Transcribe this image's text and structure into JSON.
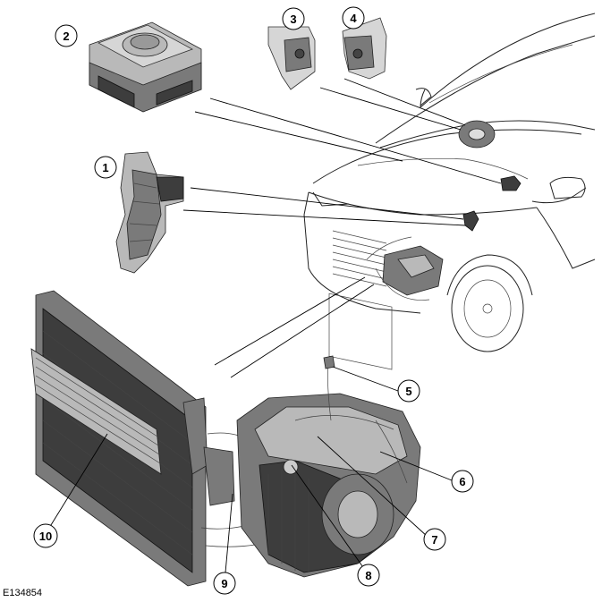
{
  "figure": {
    "reference_code": "E134854"
  },
  "callouts": [
    {
      "id": "1",
      "label": "1"
    },
    {
      "id": "2",
      "label": "2"
    },
    {
      "id": "3",
      "label": "3"
    },
    {
      "id": "4",
      "label": "4"
    },
    {
      "id": "5",
      "label": "5"
    },
    {
      "id": "6",
      "label": "6"
    },
    {
      "id": "7",
      "label": "7"
    },
    {
      "id": "8",
      "label": "8"
    },
    {
      "id": "9",
      "label": "9"
    },
    {
      "id": "10",
      "label": "10"
    }
  ]
}
